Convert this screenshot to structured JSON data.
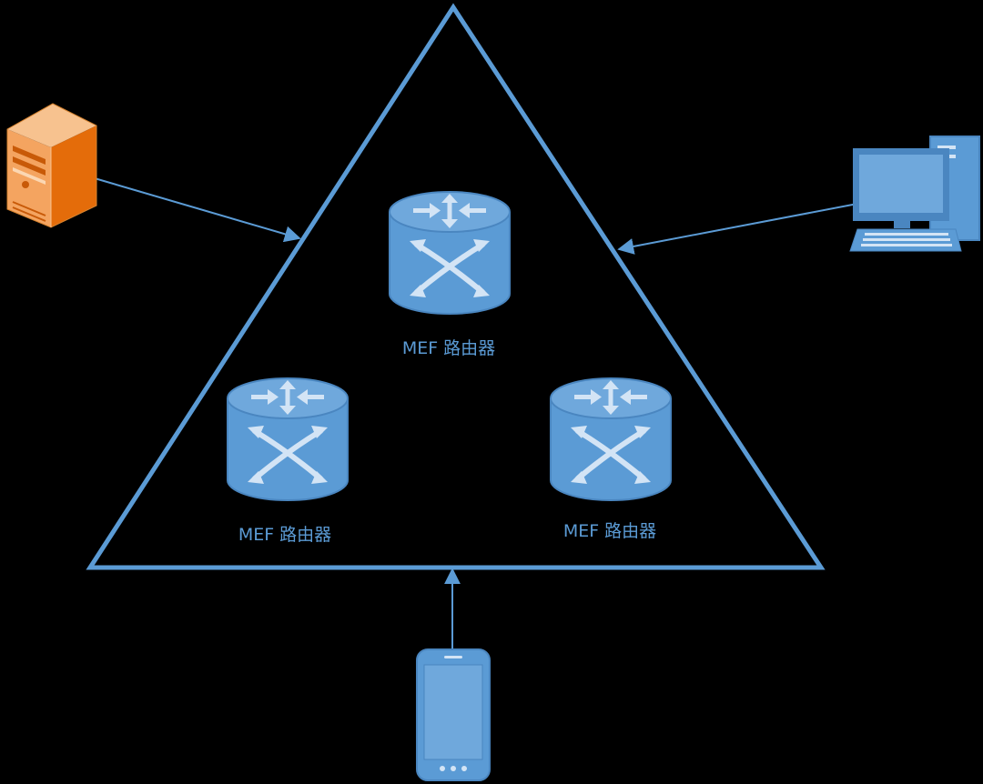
{
  "colors": {
    "background": "#000000",
    "network_outline": "#5b9bd5",
    "connector": "#5b9bd5",
    "router_fill": "#5b9bd5",
    "router_top": "#6fa8dc",
    "router_arrows": "#b8d3ee",
    "server_orange": "#e46c0a",
    "device_blue": "#5b9bd5"
  },
  "routers": [
    {
      "label": "MEF 路由器",
      "icon": "router-icon"
    },
    {
      "label": "MEF 路由器",
      "icon": "router-icon"
    },
    {
      "label": "MEF 路由器",
      "icon": "router-icon"
    }
  ],
  "endpoints": [
    {
      "icon": "server-icon"
    },
    {
      "icon": "desktop-computer-icon"
    },
    {
      "icon": "smartphone-icon"
    }
  ]
}
